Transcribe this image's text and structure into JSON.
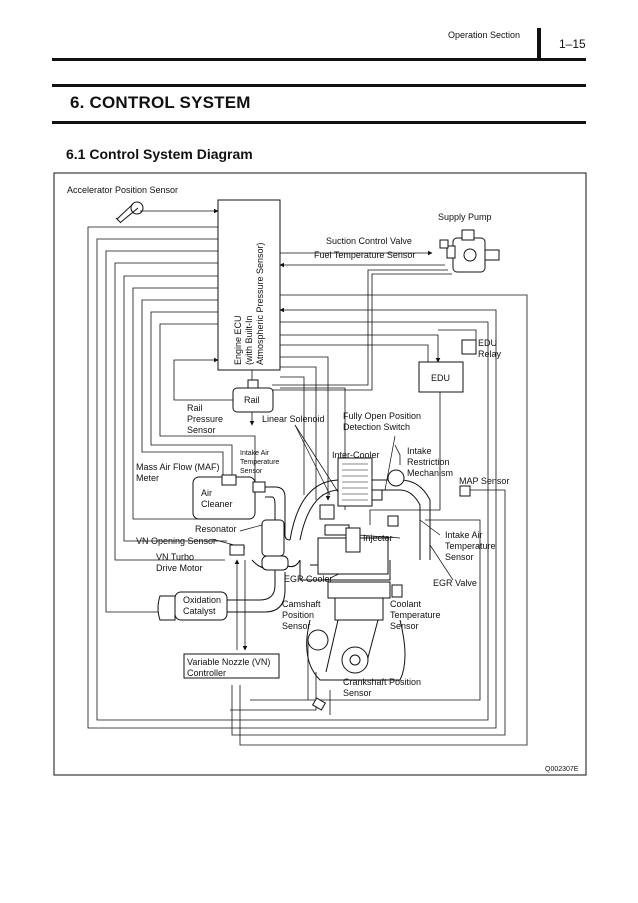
{
  "header": {
    "section": "Operation Section",
    "page": "1–15"
  },
  "chapter_title": "6. CONTROL SYSTEM",
  "section_title": "6.1 Control System Diagram",
  "labels": {
    "accel_sensor": "Accelerator Position Sensor",
    "supply_pump": "Supply Pump",
    "suction_valve": "Suction Control Valve",
    "fuel_temp": "Fuel Temperature Sensor",
    "ecu_1": "Engine ECU",
    "ecu_2": "(with Built-In",
    "ecu_3": "Atmospheric Pressure Sensor)",
    "edu_relay_1": "EDU",
    "edu_relay_2": "Relay",
    "edu": "EDU",
    "rail": "Rail",
    "rail_sensor_1": "Rail",
    "rail_sensor_2": "Pressure",
    "rail_sensor_3": "Sensor",
    "linear_solenoid": "Linear Solenoid",
    "fully_open_1": "Fully Open Position",
    "fully_open_2": "Detection Switch",
    "intake_air_temp_1_1": "Intake Air",
    "intake_air_temp_1_2": "Temperature",
    "intake_air_temp_1_3": "Sensor",
    "inter_cooler": "Inter-Cooler",
    "intake_restr_1": "Intake",
    "intake_restr_2": "Restriction",
    "intake_restr_3": "Mechanism",
    "maf_1": "Mass Air Flow (MAF)",
    "maf_2": "Meter",
    "map_sensor": "MAP Sensor",
    "air_cleaner_1": "Air",
    "air_cleaner_2": "Cleaner",
    "resonator": "Resonator",
    "vn_opening": "VN Opening Sensor",
    "vn_turbo_1": "VN Turbo",
    "vn_turbo_2": "Drive Motor",
    "injector": "Injector",
    "intake_air_temp_2_1": "Intake Air",
    "intake_air_temp_2_2": "Temperature",
    "intake_air_temp_2_3": "Sensor",
    "egr_cooler": "EGR Cooler",
    "egr_valve": "EGR Valve",
    "oxidation_1": "Oxidation",
    "oxidation_2": "Catalyst",
    "camshaft_1": "Camshaft",
    "camshaft_2": "Position",
    "camshaft_3": "Sensor",
    "coolant_1": "Coolant",
    "coolant_2": "Temperature",
    "coolant_3": "Sensor",
    "vn_ctrl_1": "Variable Nozzle (VN)",
    "vn_ctrl_2": "Controller",
    "crank_1": "Crankshaft Position",
    "crank_2": "Sensor",
    "figure_id": "Q002307E"
  }
}
